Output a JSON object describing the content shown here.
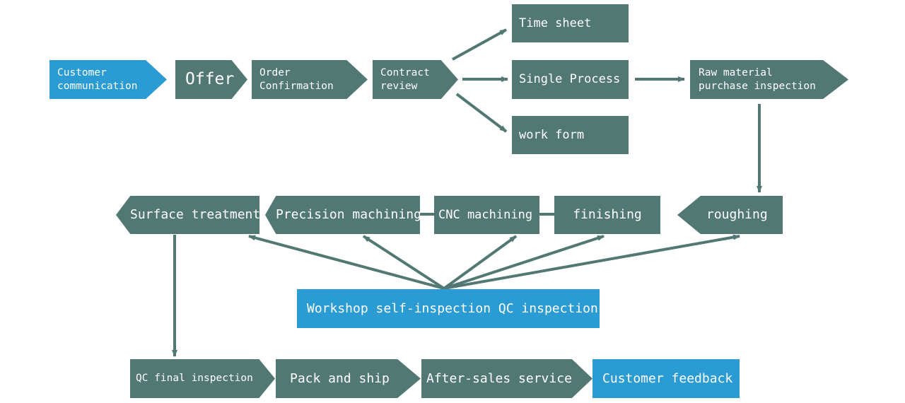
{
  "colors": {
    "teal": "#517873",
    "blue": "#2a9bd3",
    "line": "#517873",
    "text": "#ffffff"
  },
  "nodes": {
    "customer_communication": {
      "lines": [
        "Customer",
        "communication"
      ]
    },
    "offer": {
      "label": "Offer"
    },
    "order_confirmation": {
      "lines": [
        "Order",
        "Confirmation"
      ]
    },
    "contract_review": {
      "lines": [
        "Contract",
        "review"
      ]
    },
    "time_sheet": {
      "label": "Time sheet"
    },
    "single_process": {
      "label": "Single Process"
    },
    "work_form": {
      "label": "work form"
    },
    "raw_material": {
      "lines": [
        "Raw material",
        "purchase inspection"
      ]
    },
    "roughing": {
      "label": "roughing"
    },
    "finishing": {
      "label": "finishing"
    },
    "cnc_machining": {
      "label": "CNC machining"
    },
    "precision_machining": {
      "label": "Precision machining"
    },
    "surface_treatment": {
      "label": "Surface treatment"
    },
    "workshop_qc": {
      "label": "Workshop self-inspection QC inspection"
    },
    "qc_final": {
      "label": "QC final inspection"
    },
    "pack_ship": {
      "label": "Pack and ship"
    },
    "after_sales": {
      "label": "After-sales service"
    },
    "customer_feedback": {
      "label": "Customer feedback"
    }
  }
}
